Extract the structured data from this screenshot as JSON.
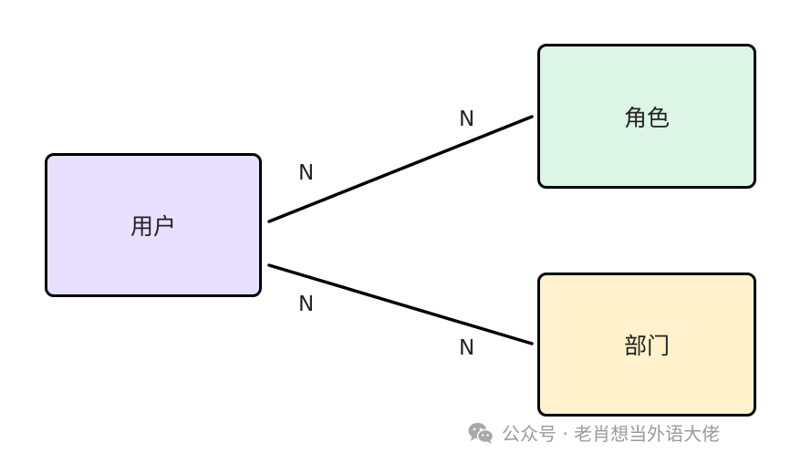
{
  "diagram": {
    "nodes": [
      {
        "id": "user",
        "label": "用户",
        "fill": "#e8e0ff"
      },
      {
        "id": "role",
        "label": "角色",
        "fill": "#dcf5e4"
      },
      {
        "id": "dept",
        "label": "部门",
        "fill": "#fff2cc"
      }
    ],
    "edges": [
      {
        "from": "user",
        "to": "role",
        "source_cardinality": "N",
        "target_cardinality": "N"
      },
      {
        "from": "user",
        "to": "dept",
        "source_cardinality": "N",
        "target_cardinality": "N"
      }
    ],
    "line_color": "#000000"
  },
  "watermark": {
    "icon": "wechat-icon",
    "text": "公众号 · 老肖想当外语大佬"
  }
}
